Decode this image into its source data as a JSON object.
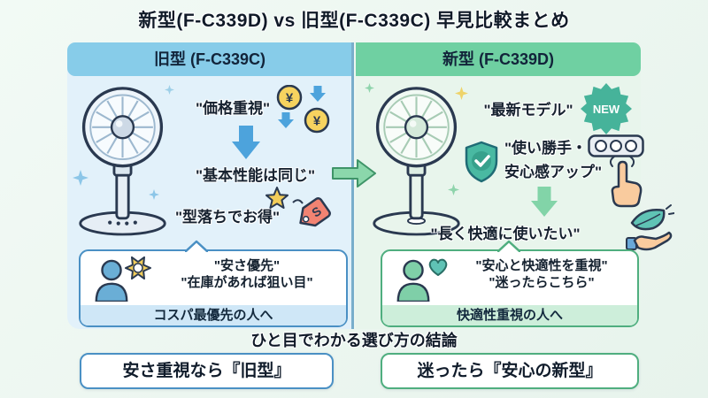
{
  "title": "新型(F-C339D) vs 旧型(F-C339C) 早見比較まとめ",
  "old": {
    "header": "旧型 (F-C339C)",
    "label_price": "\"価格重視\"",
    "label_same": "\"基本性能は同じ\"",
    "label_deal": "\"型落ちでお得\"",
    "bubble_line1": "\"安さ優先\"",
    "bubble_line2": "\"在庫があれば狙い目\"",
    "bubble_footer": "コスパ最優先の人へ",
    "conclusion": "安さ重視なら『旧型』"
  },
  "new": {
    "header": "新型 (F-C339D)",
    "label_latest": "\"最新モデル\"",
    "badge_new": "NEW",
    "label_usability_1": "\"使い勝手・",
    "label_usability_2": "安心感アップ\"",
    "label_comfort": "\"長く快適に使いたい\"",
    "bubble_line1": "\"安心と快適性を重視\"",
    "bubble_line2": "\"迷ったらこちら\"",
    "bubble_footer": "快適性重視の人へ",
    "conclusion": "迷ったら『安心の新型』"
  },
  "conclusion_heading": "ひと目でわかる選び方の結論",
  "coin_symbol": "¥",
  "tag_glyph": "S",
  "colors": {
    "background": "#edf7f1",
    "old_accent": "#87cce9",
    "old_panel_bg": "#e2f1fa",
    "old_border": "#4a90c4",
    "old_footer_bg": "#cfe7f7",
    "new_accent": "#6fd0a2",
    "new_panel_bg": "#e8f5ec",
    "new_border": "#4fae7f",
    "new_footer_bg": "#cdeeda",
    "arrow_blue": "#4da3dc",
    "arrow_green": "#82d4a8",
    "coin_yellow": "#f6d35f",
    "tag_red": "#f28372",
    "shield_teal": "#49b9a2",
    "new_badge_teal": "#46b39a",
    "ink": "#2a3950"
  },
  "icons": {
    "yen_coin_icon": "yellow coin with ¥",
    "down_arrow_icon": "blue/green block arrow down",
    "compare_arrow_icon": "green block arrow right",
    "star_icon": "five-point star",
    "price_tag_icon": "red sale tag",
    "person_icon": "user silhouette",
    "badge_star_icon": "six-point badge star",
    "shield_check_icon": "shield with checkmark",
    "new_badge_icon": "teal starburst seal",
    "control_panel_icon": "panel with three buttons",
    "tap_hand_icon": "finger tapping",
    "leaf_hand_icon": "hand holding leaf",
    "heart_icon": "teal heart",
    "sparkle_icon": "four-point sparkle",
    "fan_illustration": "electric stand fan"
  }
}
